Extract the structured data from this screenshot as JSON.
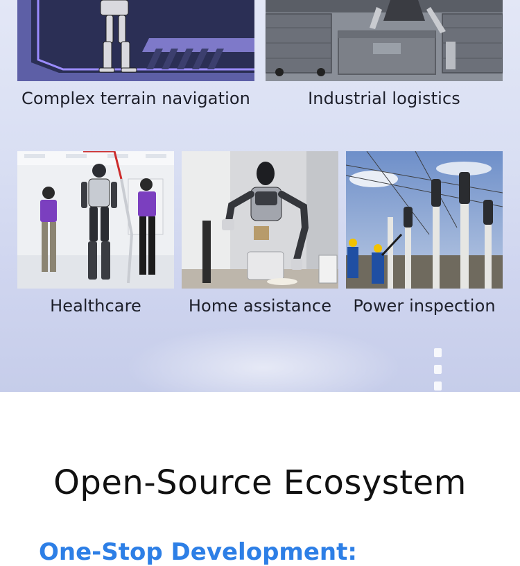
{
  "scenarios": {
    "items": [
      {
        "label": "Complex terrain navigation",
        "image": "robot-walking-neon-stage"
      },
      {
        "label": "Industrial logistics",
        "image": "robot-handling-crates"
      },
      {
        "label": "Healthcare",
        "image": "robot-patient-lift"
      },
      {
        "label": "Home assistance",
        "image": "robot-kitchen-helper"
      },
      {
        "label": "Power inspection",
        "image": "substation-workers"
      }
    ],
    "pager_dots": 3
  },
  "ecosystem": {
    "title": "Open-Source Ecosystem",
    "subtitle": "One-Stop Development:"
  },
  "colors": {
    "accent": "#2d7fe6",
    "title_text": "#111111",
    "caption_text": "#1d1f2a",
    "section_bg": "#d9dff3"
  }
}
